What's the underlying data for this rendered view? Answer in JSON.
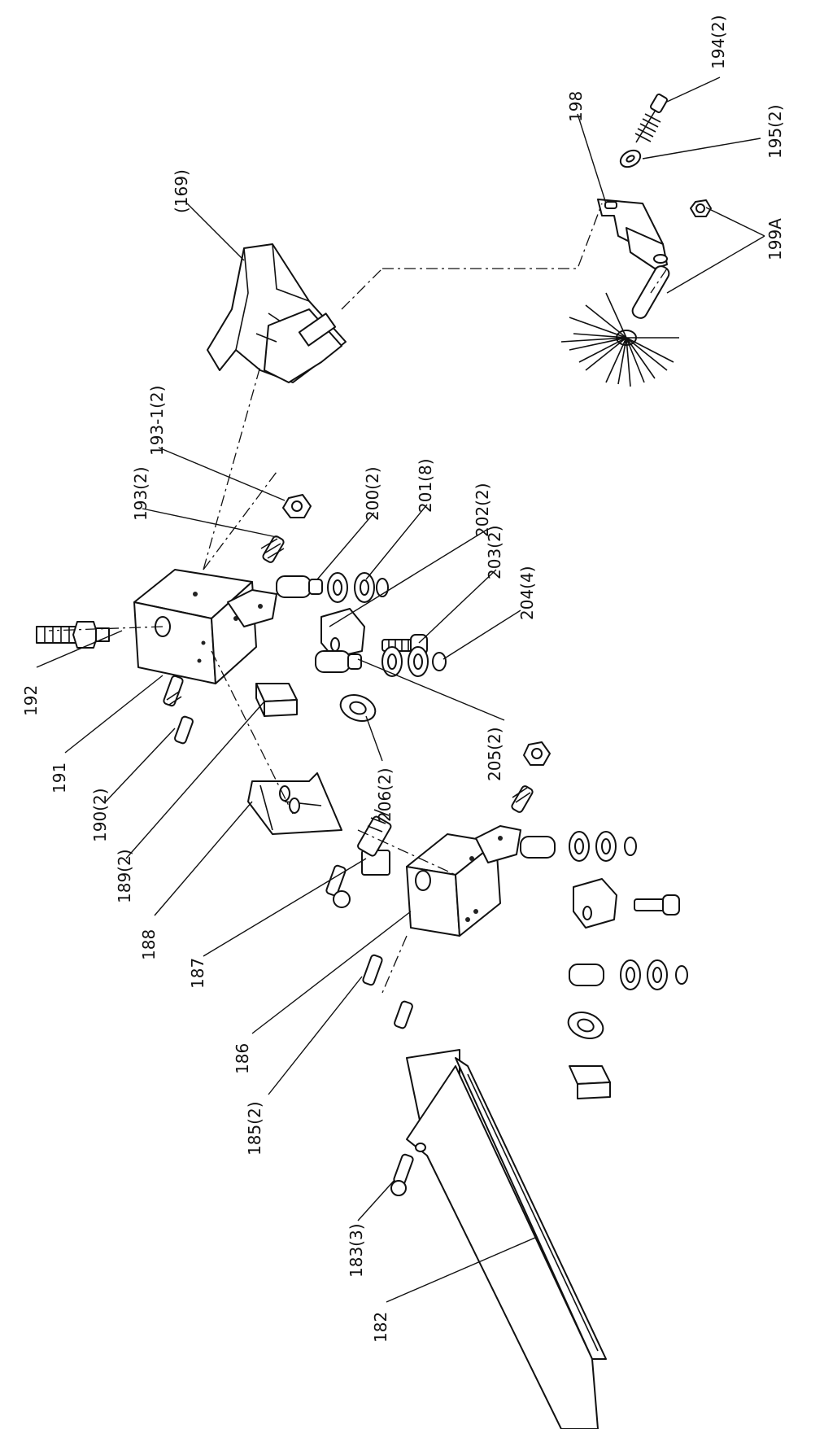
{
  "colors": {
    "ink": "#111111",
    "paper": "#ffffff"
  },
  "labels": {
    "p169": "(169)",
    "p198": "198",
    "p194_2": "194(2)",
    "p195_2": "195(2)",
    "p199A": "199A",
    "p193_1_2": "193-1(2)",
    "p193_2": "193(2)",
    "p200_2": "200(2)",
    "p201_8": "201(8)",
    "p202_2": "202(2)",
    "p203_2": "203(2)",
    "p204_4": "204(4)",
    "p205_2": "205(2)",
    "p206_2": "206(2)",
    "p192": "192",
    "p191": "191",
    "p190_2": "190(2)",
    "p189_2": "189(2)",
    "p188": "188",
    "p187": "187",
    "p186": "186",
    "p185_2": "185(2)",
    "p183_3": "183(3)",
    "p182": "182"
  }
}
